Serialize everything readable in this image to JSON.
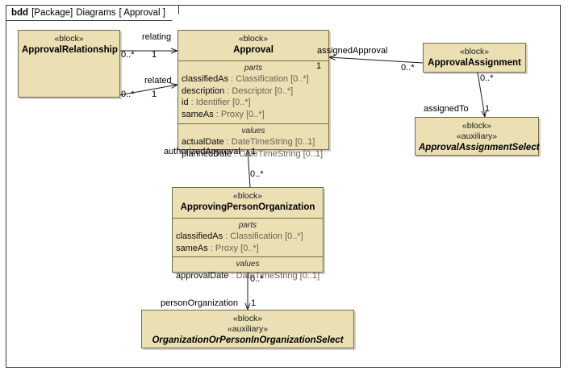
{
  "frame": {
    "kind": "bdd",
    "package_kw": "[Package]",
    "package_name": "Diagrams",
    "diagram_name": "[ Approval ]"
  },
  "palette": {
    "block_fill": "#ebdfb4",
    "block_border": "#7a6a42",
    "frame_border": "#3a3a3a",
    "type_text": "#6b6250",
    "canvas": "#ffffff"
  },
  "blocks": [
    {
      "id": "approval-relationship",
      "stereotype": "«block»",
      "name": "ApprovalRelationship",
      "auxiliary": false,
      "compartments": []
    },
    {
      "id": "approval",
      "stereotype": "«block»",
      "name": "Approval",
      "auxiliary": false,
      "compartments": [
        {
          "title": "parts",
          "features": [
            {
              "name": "classifiedAs",
              "type": " : Classification [0..*]"
            },
            {
              "name": "description",
              "type": " : Descriptor [0..*]"
            },
            {
              "name": "id",
              "type": " : Identifier [0..*]"
            },
            {
              "name": "sameAs",
              "type": " : Proxy [0..*]"
            }
          ]
        },
        {
          "title": "values",
          "features": [
            {
              "name": "actualDate",
              "type": " : DateTimeString [0..1]"
            },
            {
              "name": "plannedDate",
              "type": " : DateTimeString [0..1]"
            }
          ]
        }
      ]
    },
    {
      "id": "approval-assignment",
      "stereotype": "«block»",
      "name": "ApprovalAssignment",
      "auxiliary": false,
      "compartments": []
    },
    {
      "id": "approval-assignment-select",
      "stereotype": "«block»",
      "stereotype2": "«auxiliary»",
      "name": "ApprovalAssignmentSelect",
      "auxiliary": true,
      "compartments": []
    },
    {
      "id": "approving-person-organization",
      "stereotype": "«block»",
      "name": "ApprovingPersonOrganization",
      "auxiliary": false,
      "compartments": [
        {
          "title": "parts",
          "features": [
            {
              "name": "classifiedAs",
              "type": " : Classification [0..*]"
            },
            {
              "name": "sameAs",
              "type": " : Proxy [0..*]"
            }
          ]
        },
        {
          "title": "values",
          "features": [
            {
              "name": "approvalDate",
              "type": " : DateTimeString [0..1]"
            }
          ]
        }
      ]
    },
    {
      "id": "organization-or-person-in-organization-select",
      "stereotype": "«block»",
      "stereotype2": "«auxiliary»",
      "name": "OrganizationOrPersonInOrganizationSelect",
      "auxiliary": true,
      "compartments": []
    }
  ],
  "associations": [
    {
      "id": "relating",
      "role": "relating",
      "source": "approval-relationship",
      "target": "approval",
      "source_mult": "0..*",
      "target_mult": "1"
    },
    {
      "id": "related",
      "role": "related",
      "source": "approval-relationship",
      "target": "approval",
      "source_mult": "0..*",
      "target_mult": "1"
    },
    {
      "id": "assigned-approval",
      "role": "assignedApproval",
      "source": "approval-assignment",
      "target": "approval",
      "source_mult": "0..*",
      "target_mult": "1"
    },
    {
      "id": "assigned-to",
      "role": "assignedTo",
      "source": "approval-assignment",
      "target": "approval-assignment-select",
      "source_mult": "0..*",
      "target_mult": "1"
    },
    {
      "id": "authorized-approval",
      "role": "authorizedApproval",
      "source": "approving-person-organization",
      "target": "approval",
      "source_mult": "0..*",
      "target_mult": "1"
    },
    {
      "id": "person-organization",
      "role": "personOrganization",
      "source": "approving-person-organization",
      "target": "organization-or-person-in-organization-select",
      "source_mult": "0..*",
      "target_mult": "1"
    }
  ]
}
